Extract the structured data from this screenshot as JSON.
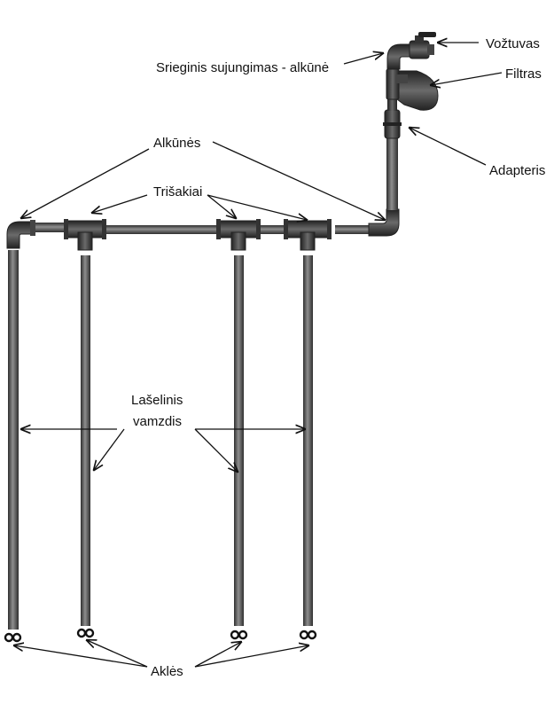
{
  "labels": {
    "valve": "Vožtuvas",
    "threaded_elbow": "Srieginis sujungimas - alkūnė",
    "filter": "Filtras",
    "adapter": "Adapteris",
    "elbows": "Alkūnės",
    "tees": "Trišakiai",
    "drip_tube_line1": "Lašelinis",
    "drip_tube_line2": "vamzdis",
    "end_caps": "Aklės"
  },
  "colors": {
    "pipe_dark": "#3c3c3c",
    "pipe_light": "#8c8c8c",
    "fitting_dark": "#2f2f2f",
    "arrow": "#111111"
  }
}
